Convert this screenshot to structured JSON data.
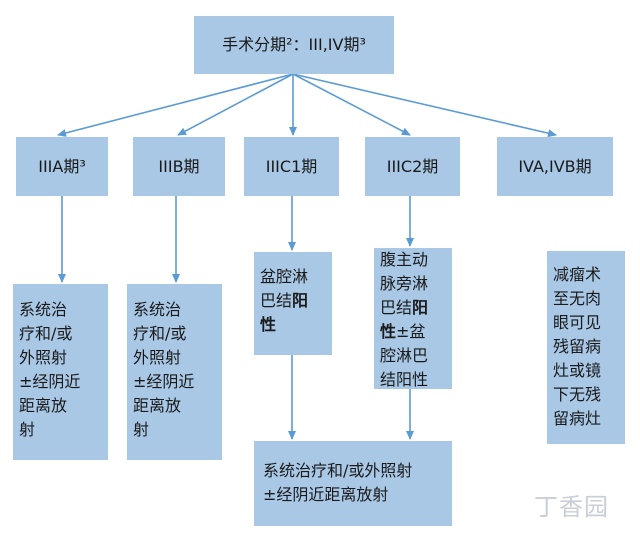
{
  "colors": {
    "box_fill": "#a9c8e6",
    "arrow": "#5b9bd5",
    "text": "#1a1a1a"
  },
  "top": {
    "label": "手术分期²：III,IV期³"
  },
  "stages": [
    {
      "label": "IIIA期³"
    },
    {
      "label": "IIIB期"
    },
    {
      "label": "IIIC1期"
    },
    {
      "label": "IIIC2期"
    },
    {
      "label": "IVA,IVB期"
    }
  ],
  "treat_a": {
    "lines": [
      "系统治",
      "疗和/或",
      "外照射",
      "±经阴近",
      "距离放",
      "射"
    ]
  },
  "treat_b": {
    "lines": [
      "系统治",
      "疗和/或",
      "外照射",
      "±经阴近",
      "距离放",
      "射"
    ]
  },
  "c1_detail": {
    "line1": "盆腔淋",
    "line2a": "巴结",
    "line2b": "阳",
    "line3": "性"
  },
  "c2_detail": {
    "line1": "腹主动",
    "line2": "脉旁淋",
    "line3a": "巴结",
    "line3b": "阳",
    "line4a": "性",
    "line4b": "±盆",
    "line5": "腔淋巴",
    "line6": "结阳性"
  },
  "iv_detail": {
    "lines": [
      "减瘤术",
      "至无肉",
      "眼可见",
      "残留病",
      "灶或镜",
      "下无残",
      "留病灶"
    ]
  },
  "bottom": {
    "line1": "系统治疗和/或外照射",
    "line2": "±经阴近距离放射"
  },
  "watermark": {
    "text": "丁香园"
  }
}
